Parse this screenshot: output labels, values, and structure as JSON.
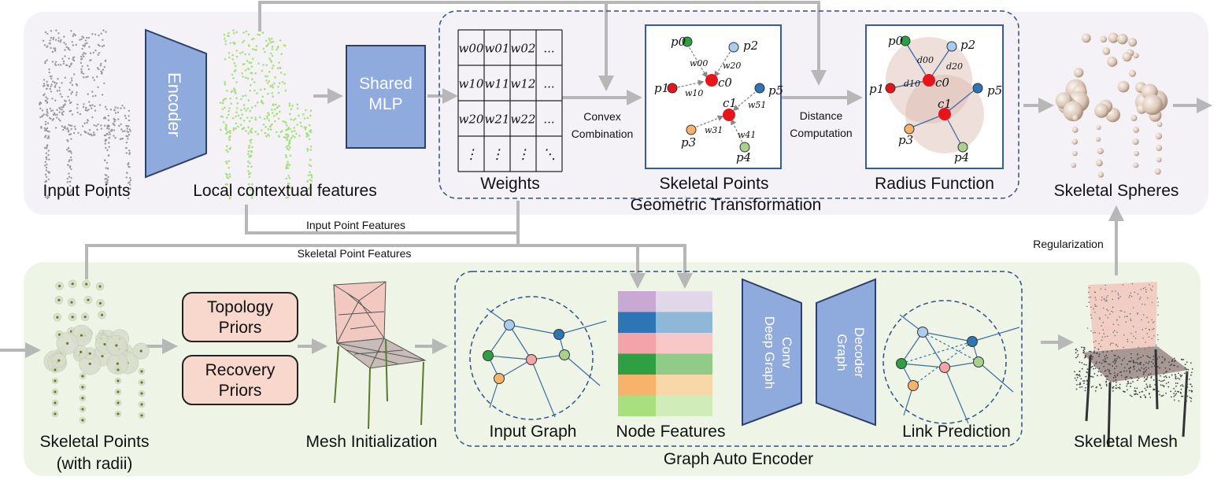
{
  "top": {
    "input_points": "Input Points",
    "encoder": "Encoder",
    "local_features": "Local contextual features",
    "shared_mlp_line1": "Shared",
    "shared_mlp_line2": "MLP",
    "weights_label": "Weights",
    "convex_line1": "Convex",
    "convex_line2": "Combination",
    "skeletal_points_label": "Skeletal Points",
    "distance_line1": "Distance",
    "distance_line2": "Computation",
    "radius_label": "Radius Function",
    "group_label": "Geometric Transformation",
    "skeletal_spheres": "Skeletal Spheres"
  },
  "matrix": {
    "rows": [
      [
        "w00",
        "w01",
        "w02",
        "..."
      ],
      [
        "w10",
        "w11",
        "w12",
        "..."
      ],
      [
        "w20",
        "w21",
        "w22",
        "..."
      ],
      [
        "⋮",
        "⋮",
        "⋮",
        "⋱"
      ]
    ]
  },
  "skel_panel": {
    "p0": "p0",
    "p1": "p1",
    "p2": "p2",
    "p3": "p3",
    "p4": "p4",
    "p5": "p5",
    "c0": "c0",
    "c1": "c1",
    "w00": "w00",
    "w20": "w20",
    "w10": "w10",
    "w51": "w51",
    "w31": "w31",
    "w41": "w41"
  },
  "radius_panel": {
    "d00": "d00",
    "d20": "d20",
    "d10": "d10"
  },
  "middle": {
    "input_point_features": "Input Point Features",
    "skeletal_point_features": "Skeletal Point Features",
    "regularization": "Regularization"
  },
  "bottom": {
    "skel_points_line1": "Skeletal Points",
    "skel_points_line2": "(with radii)",
    "topology_line1": "Topology",
    "topology_line2": "Priors",
    "recovery_line1": "Recovery",
    "recovery_line2": "Priors",
    "mesh_init": "Mesh Initialization",
    "input_graph": "Input Graph",
    "node_features": "Node Features",
    "deep_graph_line1": "Deep Graph",
    "deep_graph_line2": "Conv",
    "graph_decoder_line1": "Graph",
    "graph_decoder_line2": "Decoder",
    "link_prediction": "Link Prediction",
    "group_label": "Graph Auto Encoder",
    "skeletal_mesh": "Skeletal Mesh"
  },
  "colors": {
    "top_bg": "#f4f2f7",
    "bottom_bg": "#eef5e6",
    "block_blue": "#8faadc",
    "block_border": "#2f3f66",
    "dash_blue": "#2f4f8f",
    "panel_border": "#3a5aa0",
    "prior_fill": "#f8d8cc",
    "arrow_gray": "#b7b7b7",
    "center_red": "#e8141c"
  }
}
